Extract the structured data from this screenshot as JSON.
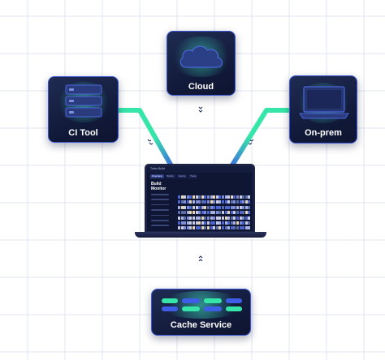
{
  "nodes": {
    "cloud": {
      "label": "Cloud"
    },
    "ci_tool": {
      "label": "CI Tool"
    },
    "on_prem": {
      "label": "On-prem"
    },
    "cache_service": {
      "label": "Cache Service"
    }
  },
  "laptop": {
    "brand": "Turbo Build",
    "tabs": [
      "Overview",
      "Builds",
      "Cache",
      "Tests"
    ],
    "title_line1": "Build",
    "title_line2": "Monitor"
  },
  "colors": {
    "card_dark": "#141c3f",
    "card_border": "#3a56d6",
    "connector_green": "#36e6a8",
    "connector_blue": "#3f5ee8",
    "heat_palette": [
      "#c9cde6",
      "#7f8fd8",
      "#4f67d2",
      "#e8d6b4",
      "#a7b3e6",
      "#5b6fa8"
    ]
  },
  "icons": {
    "cloud": "cloud-icon",
    "ci_tool": "server-rack-icon",
    "on_prem": "monitor-icon",
    "connector": "chevron-arrows-icon"
  }
}
